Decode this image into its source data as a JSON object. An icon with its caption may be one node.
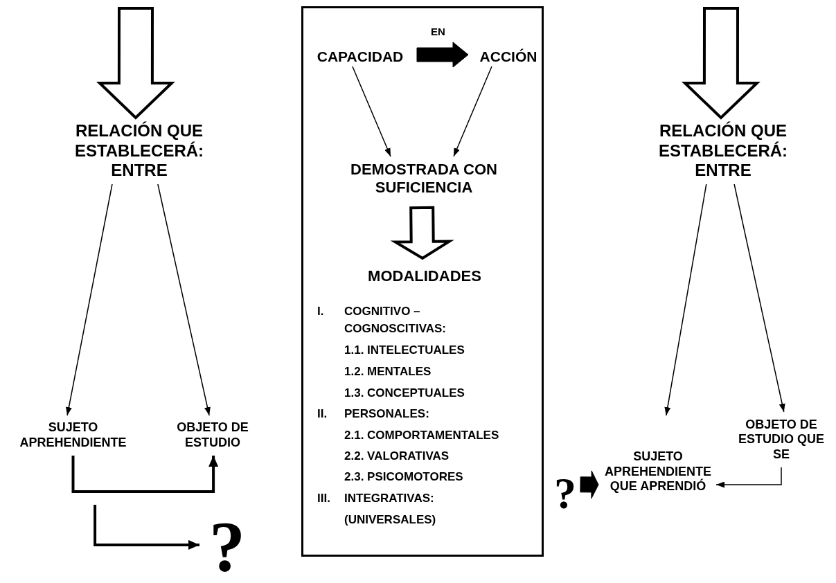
{
  "diagram": {
    "nodes": [
      {
        "text": [
          "RELACIÓN QUE ESTABLECERÁ: ENTRE"
        ]
      },
      {
        "text": [
          "SUJETO APREHENDIENTE"
        ]
      },
      {
        "text": [
          "OBJETO DE ESTUDIO"
        ]
      },
      {
        "text": [
          "?"
        ]
      },
      {
        "text": [],
        "shape": "box"
      },
      {
        "text": [
          "CAPACIDAD"
        ],
        "in": 4
      },
      {
        "text": [
          "ACCIÓN"
        ],
        "in": 4
      },
      {
        "text": [
          "DEMOSTRADA CON SUFICIENCIA"
        ],
        "in": 4
      },
      {
        "text": [
          "MODALIDADES"
        ],
        "in": 4
      },
      {
        "text": [
          "RELACIÓN QUE ESTABLECERÁ: ENTRE"
        ]
      },
      {
        "text": [
          "SUJETO APREHENDIENTE QUE APRENDIÓ"
        ]
      },
      {
        "text": [
          "OBJETO DE ESTUDIO QUE SE"
        ]
      },
      {
        "text": [
          "?"
        ]
      }
    ],
    "edges": [
      {
        "from": null,
        "to": 0,
        "arrow": "to",
        "style": "thick"
      },
      {
        "from": 0,
        "to": 1,
        "arrow": "to"
      },
      {
        "from": 0,
        "to": 2,
        "arrow": "to"
      },
      {
        "from": 1,
        "to": 2,
        "arrow": "to",
        "style": "thick"
      },
      {
        "from": 1,
        "to": 3,
        "arrow": "to",
        "style": "thick"
      },
      {
        "from": 5,
        "to": 6,
        "arrow": "to",
        "style": "thick",
        "label": "EN"
      },
      {
        "from": 5,
        "to": 7,
        "arrow": "to"
      },
      {
        "from": 6,
        "to": 7,
        "arrow": "to"
      },
      {
        "from": 7,
        "to": 8,
        "arrow": "to",
        "style": "thick"
      },
      {
        "from": null,
        "to": 9,
        "arrow": "to",
        "style": "thick"
      },
      {
        "from": 9,
        "to": 10,
        "arrow": "to"
      },
      {
        "from": 9,
        "to": 11,
        "arrow": "to"
      },
      {
        "from": 11,
        "to": 10,
        "arrow": "to"
      },
      {
        "from": 12,
        "to": 10,
        "arrow": "to",
        "style": "thick"
      }
    ],
    "labels": [
      "I.",
      "COGNITIVO – COGNOSCITIVAS:",
      "1.1. INTELECTUALES",
      "1.2. MENTALES",
      "1.3. CONCEPTUALES",
      "II.",
      "PERSONALES:",
      "2.1. COMPORTAMENTALES",
      "2.2. VALORATIVAS",
      "2.3. PSICOMOTORES",
      "III.",
      "INTEGRATIVAS:",
      "(UNIVERSALES)"
    ]
  }
}
